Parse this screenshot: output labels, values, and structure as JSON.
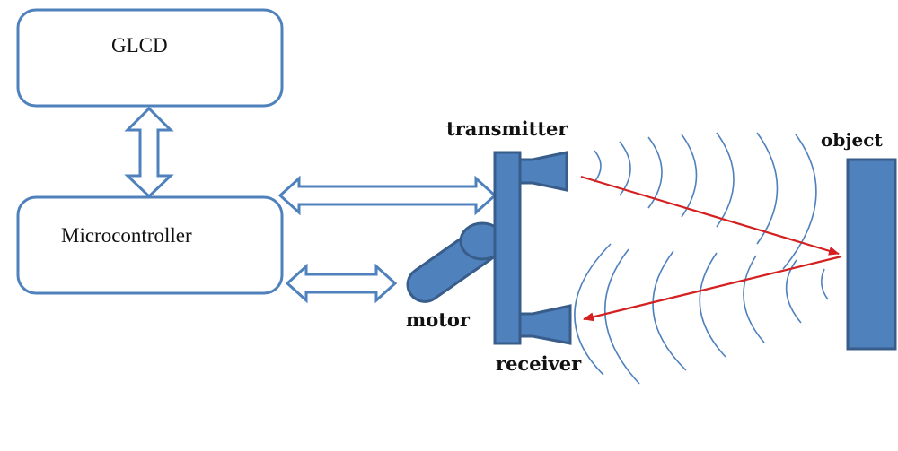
{
  "colors": {
    "box_stroke": "#4f81bd",
    "component_fill": "#4f81bd",
    "component_stroke": "#385d8a",
    "signal_arrow": "#d42020",
    "wave": "#4f81bd",
    "label": "#111111"
  },
  "blocks": {
    "glcd": "GLCD",
    "microcontroller": "Microcontroller"
  },
  "components": {
    "transmitter": "transmitter",
    "receiver": "receiver",
    "motor": "motor",
    "object": "object"
  },
  "icons": [
    "double-arrow-icon",
    "motor-icon",
    "transducer-icon",
    "wave-icon",
    "signal-arrow-icon"
  ]
}
